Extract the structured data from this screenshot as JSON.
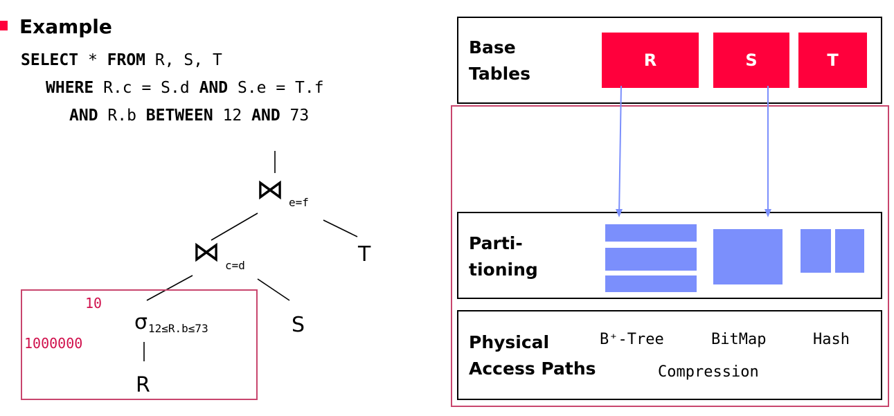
{
  "left": {
    "title": "Example",
    "query": {
      "l1_kw1": "SELECT",
      "l1_rest": " * ",
      "l1_kw2": "FROM",
      "l1_tail": " R, S, T",
      "l2_kw1": "WHERE",
      "l2_mid": " R.c = S.d ",
      "l2_kw2": "AND",
      "l2_tail": " S.e = T.f",
      "l3_kw1": "AND",
      "l3_mid": " R.b ",
      "l3_kw2": "BETWEEN",
      "l3_num1": " 12 ",
      "l3_kw3": "AND",
      "l3_num2": " 73"
    },
    "tree": {
      "join_top_symbol": "⋈",
      "join_top_cond": "e=f",
      "join_bottom_symbol": "⋈",
      "join_bottom_cond": "c=d",
      "leaf_t": "T",
      "leaf_s": "S",
      "leaf_r": "R",
      "select_symbol": "σ",
      "select_cond": "12≤R.b≤73",
      "count_out": "10",
      "count_in": "1000000"
    }
  },
  "right": {
    "base_tables_label_1": "Base",
    "base_tables_label_2": "Tables",
    "tables": [
      "R",
      "S",
      "T"
    ],
    "partitioning_label_1": "Parti-",
    "partitioning_label_2": "tioning",
    "physical_label_1": "Physical",
    "physical_label_2": "Access Paths",
    "access_paths": [
      "B⁺-Tree",
      "BitMap",
      "Hash",
      "Compression"
    ]
  },
  "colors": {
    "accent_red": "#ff003c",
    "frame_red": "#c8456d",
    "partition_blue": "#7b8ffc",
    "number_red": "#d0104c"
  }
}
